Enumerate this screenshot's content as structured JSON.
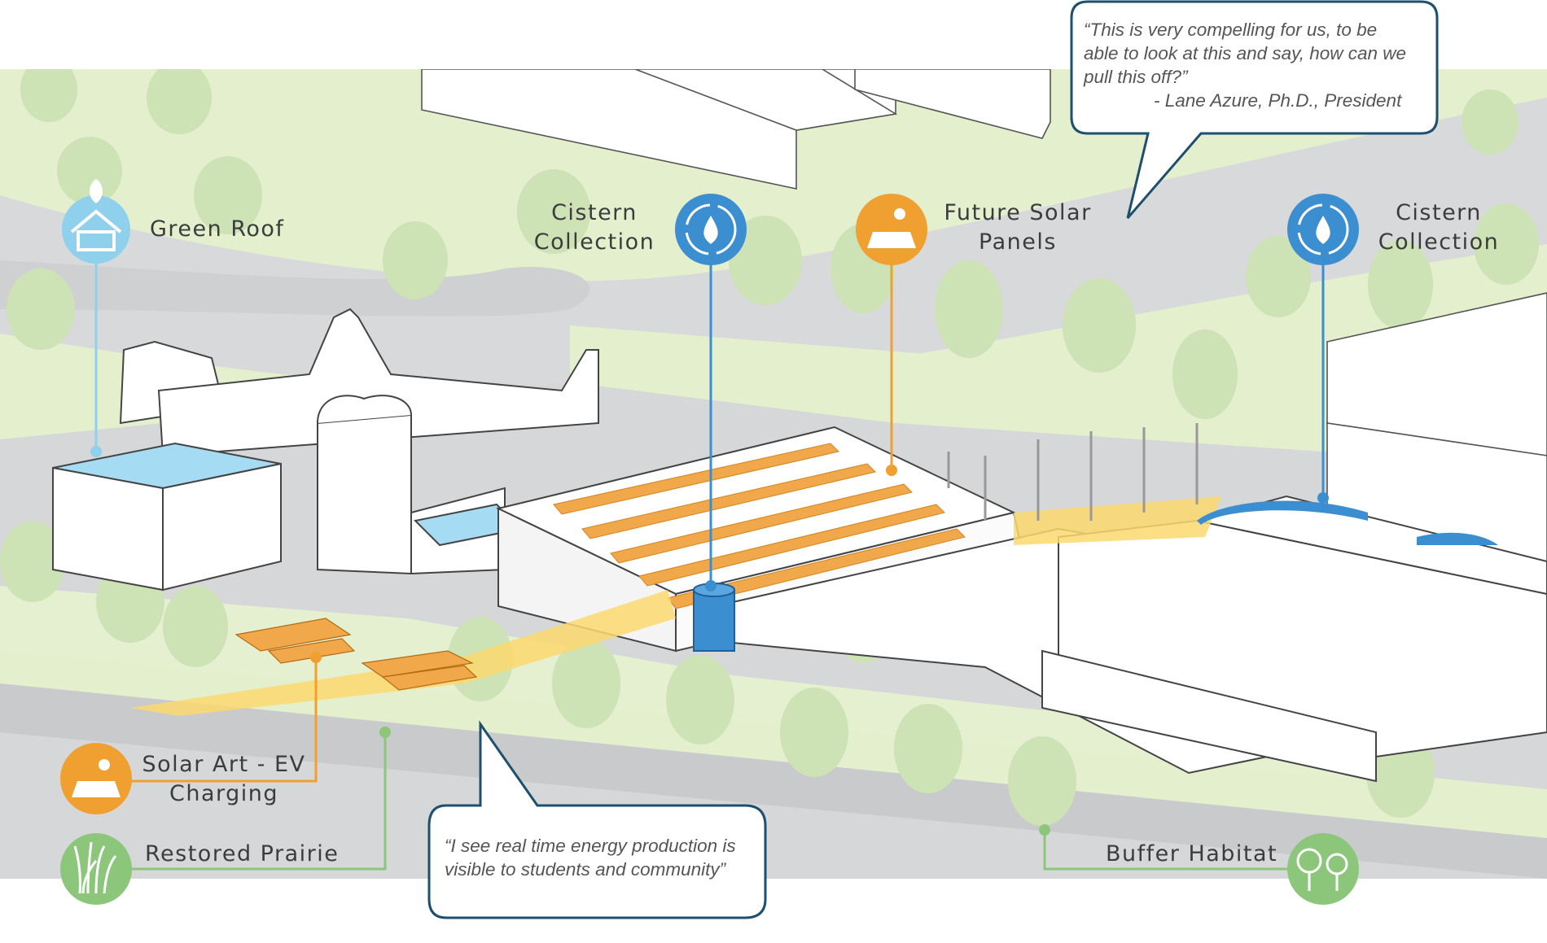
{
  "colors": {
    "blue": "#3b8fd0",
    "light_blue": "#8fd0ec",
    "orange": "#f0a030",
    "green": "#8cc67a",
    "speech_border": "#1e4f6e",
    "road": "#d7d8d9",
    "lawn": "#e2eecb",
    "trees": "#cfe3b8",
    "water": "#a8dcf2"
  },
  "callouts": {
    "green_roof": {
      "label": "Green Roof",
      "icon": "green-roof-icon"
    },
    "cistern_1": {
      "label_line1": "Cistern",
      "label_line2": "Collection",
      "icon": "water-cycle-icon"
    },
    "future_solar": {
      "label_line1": "Future Solar",
      "label_line2": "Panels",
      "icon": "solar-panel-icon"
    },
    "cistern_2": {
      "label_line1": "Cistern",
      "label_line2": "Collection",
      "icon": "water-cycle-icon"
    },
    "solar_art": {
      "label_line1": "Solar Art - EV",
      "label_line2": "Charging",
      "icon": "solar-panel-icon"
    },
    "prairie": {
      "label": "Restored Prairie",
      "icon": "prairie-grass-icon"
    },
    "buffer": {
      "label": "Buffer Habitat",
      "icon": "trees-icon"
    }
  },
  "quotes": {
    "top": {
      "line1": "“This is very compelling for us, to be",
      "line2": "able to look at this and say, how can we",
      "line3": "pull this off?”",
      "attribution": "- Lane Azure, Ph.D., President"
    },
    "bottom": {
      "line1": "“I see real time energy production is",
      "line2": "visible to students and community”"
    }
  }
}
